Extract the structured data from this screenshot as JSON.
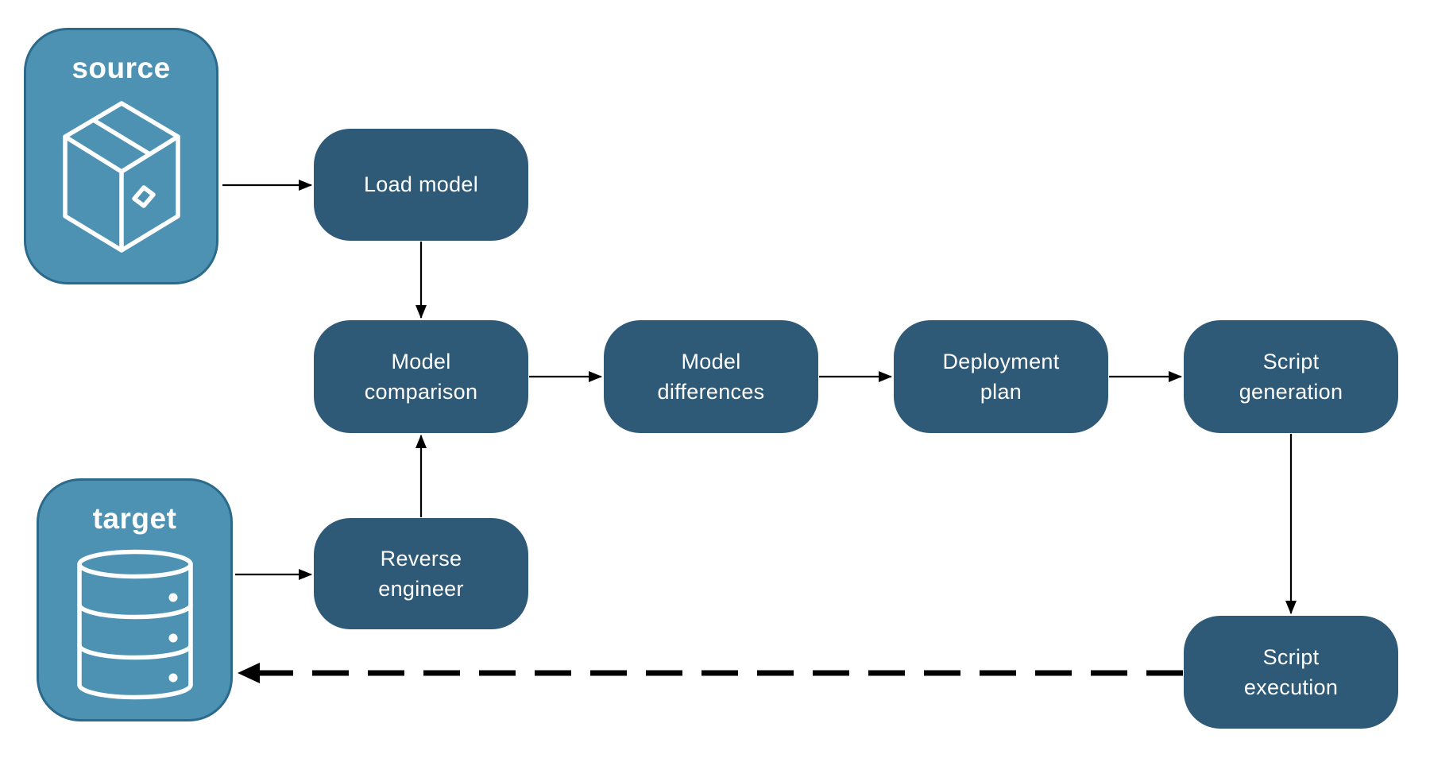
{
  "colors": {
    "node_fill": "#2E5A77",
    "endpoint_fill": "#4D92B3",
    "endpoint_border": "#2C6A8C",
    "edge_color": "#000000",
    "label_color": "#FFFFFF"
  },
  "endpoints": {
    "source": {
      "label": "source",
      "icon": "package-icon"
    },
    "target": {
      "label": "target",
      "icon": "database-icon"
    }
  },
  "nodes": {
    "load_model": {
      "label": "Load model"
    },
    "model_comparison": {
      "label": "Model\ncomparison"
    },
    "model_differences": {
      "label": "Model\ndifferences"
    },
    "deployment_plan": {
      "label": "Deployment\nplan"
    },
    "script_generation": {
      "label": "Script\ngeneration"
    },
    "reverse_engineer": {
      "label": "Reverse\nengineer"
    },
    "script_execution": {
      "label": "Script\nexecution"
    }
  },
  "edges": [
    {
      "from": "source",
      "to": "load_model",
      "style": "solid"
    },
    {
      "from": "load_model",
      "to": "model_comparison",
      "style": "solid"
    },
    {
      "from": "target",
      "to": "reverse_engineer",
      "style": "solid"
    },
    {
      "from": "reverse_engineer",
      "to": "model_comparison",
      "style": "solid"
    },
    {
      "from": "model_comparison",
      "to": "model_differences",
      "style": "solid"
    },
    {
      "from": "model_differences",
      "to": "deployment_plan",
      "style": "solid"
    },
    {
      "from": "deployment_plan",
      "to": "script_generation",
      "style": "solid"
    },
    {
      "from": "script_generation",
      "to": "script_execution",
      "style": "solid"
    },
    {
      "from": "script_execution",
      "to": "target",
      "style": "dashed"
    }
  ]
}
